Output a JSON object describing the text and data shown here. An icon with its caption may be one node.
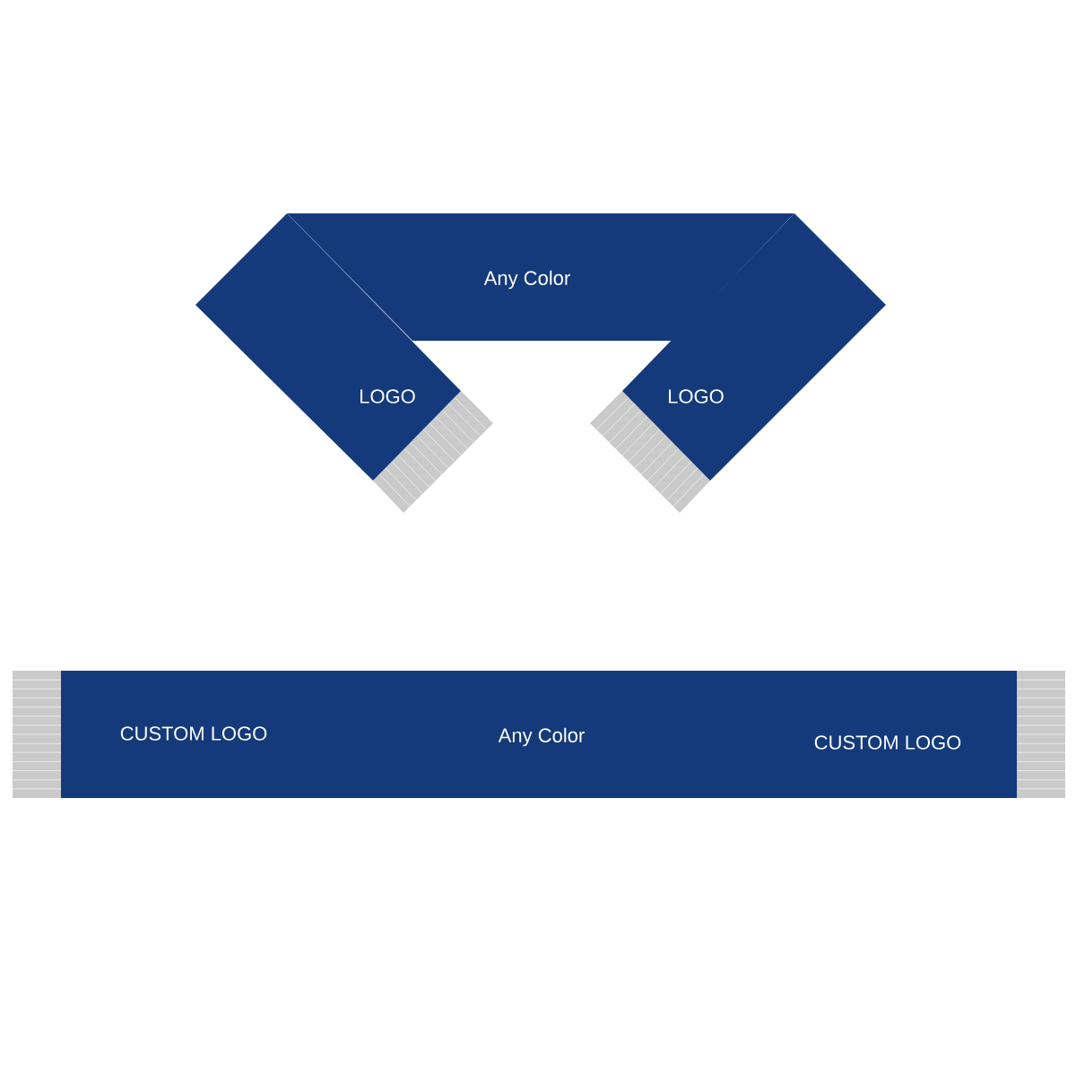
{
  "diagram": {
    "nodes": [
      {
        "text": [
          "Any Color"
        ]
      },
      {
        "text": [
          "LOGO"
        ]
      },
      {
        "text": [
          "LOGO"
        ]
      },
      {
        "text": [
          "CUSTOM LOGO",
          "Any Color",
          "CUSTOM LOGO"
        ]
      }
    ]
  }
}
